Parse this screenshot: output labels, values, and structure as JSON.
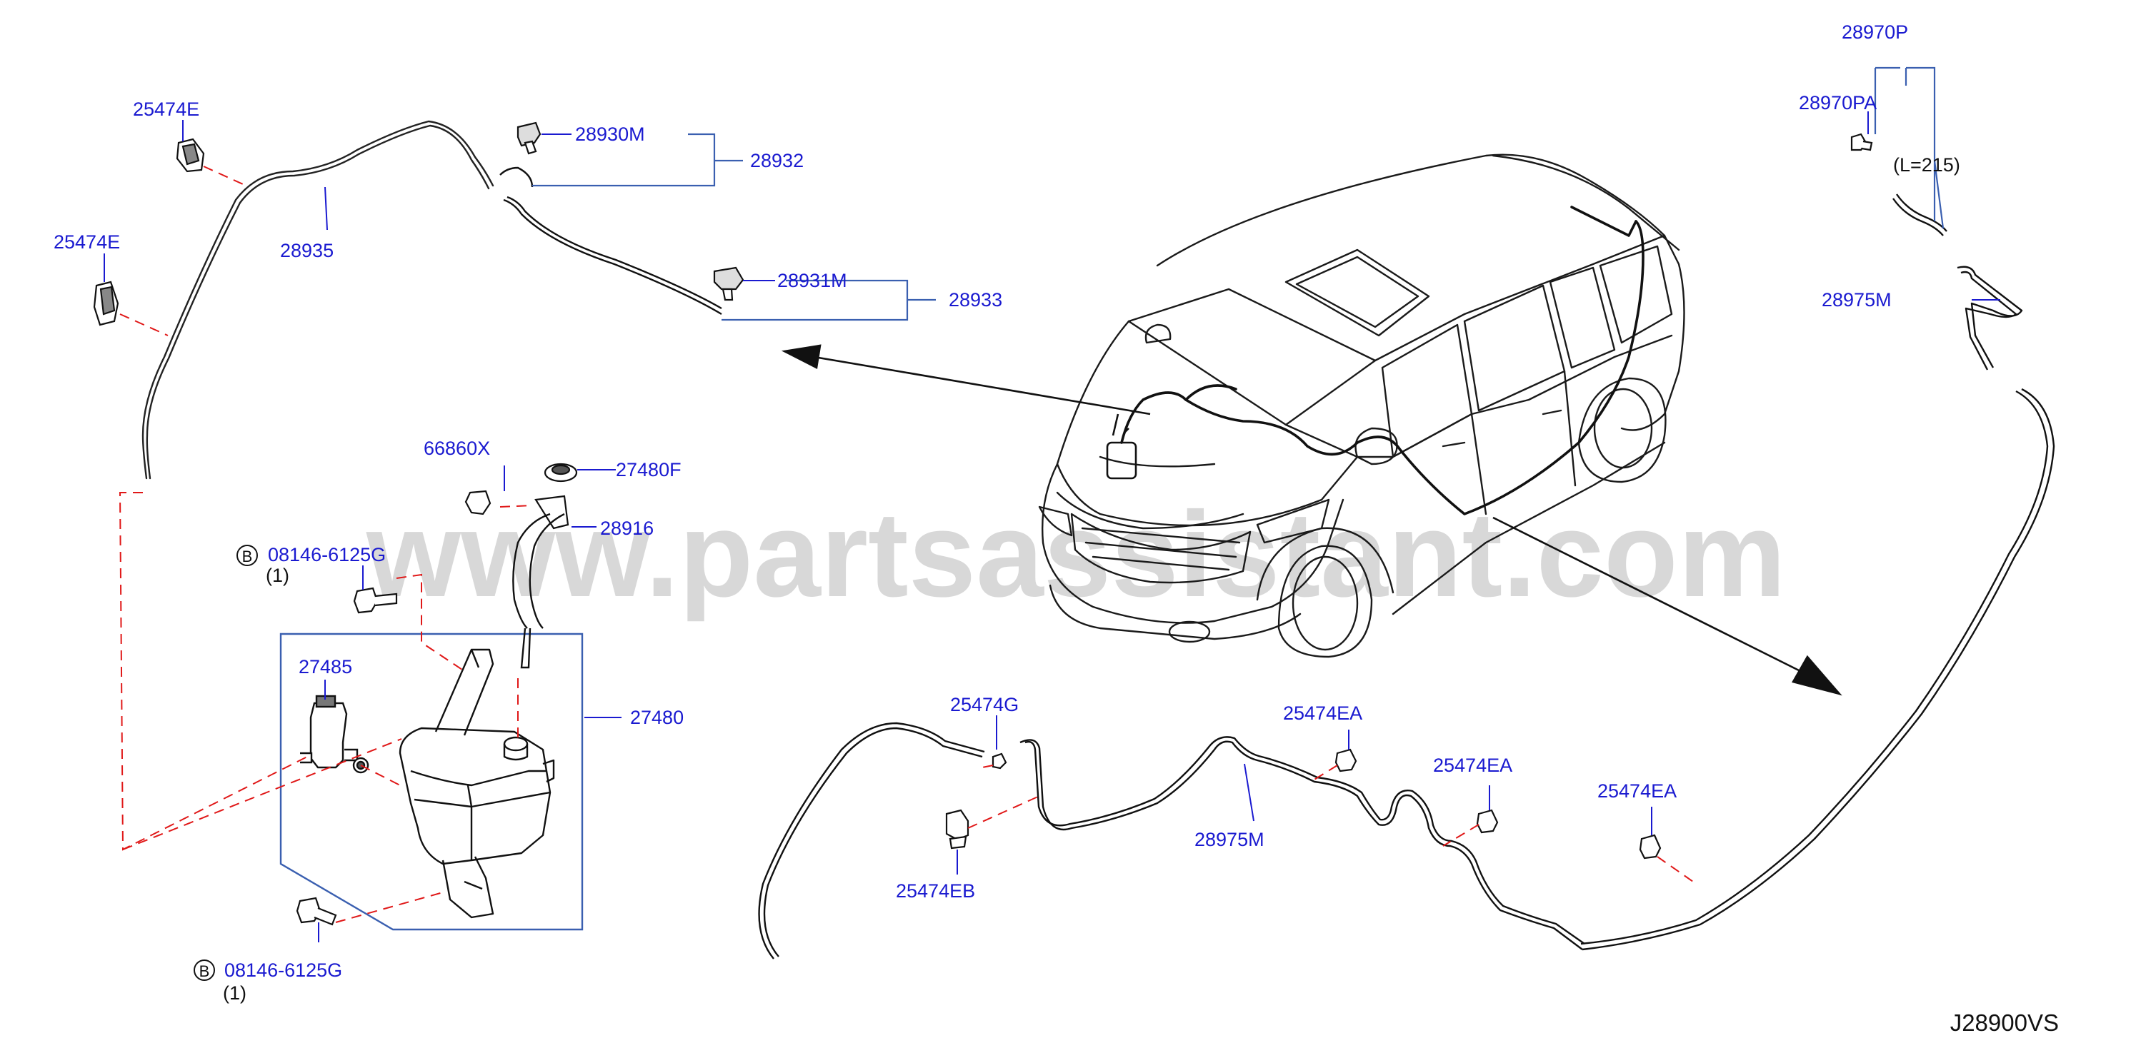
{
  "diagram": {
    "watermark": "www.partsassistant.com",
    "drawing_code": "J28900VS",
    "colors": {
      "label": "#1a1ad0",
      "line": "#1a1a1a",
      "leader": "#1a1ad0",
      "dash": "#e01818",
      "bracket": "#3a5fb0",
      "watermark": "#d2d2d2"
    },
    "labels": {
      "l_25474e_top": "25474E",
      "l_25474e_left": "25474E",
      "l_28935": "28935",
      "l_28930m": "28930M",
      "l_28932": "28932",
      "l_28931m": "28931M",
      "l_28933": "28933",
      "l_66860x": "66860X",
      "l_27480f": "27480F",
      "l_28916": "28916",
      "l_bolt_top": "08146-6125G",
      "l_bolt_top_qty": "(1)",
      "l_27485": "27485",
      "l_27480": "27480",
      "l_bolt_bottom": "08146-6125G",
      "l_bolt_bottom_qty": "(1)",
      "l_28970p": "28970P",
      "l_28970pa": "28970PA",
      "l_length": "(L=215)",
      "l_28975m_right": "28975M",
      "l_25474g": "25474G",
      "l_25474eb": "25474EB",
      "l_28975m_bottom": "28975M",
      "l_25474ea_1": "25474EA",
      "l_25474ea_2": "25474EA",
      "l_25474ea_3": "25474EA"
    },
    "bolt_marker": "B"
  }
}
